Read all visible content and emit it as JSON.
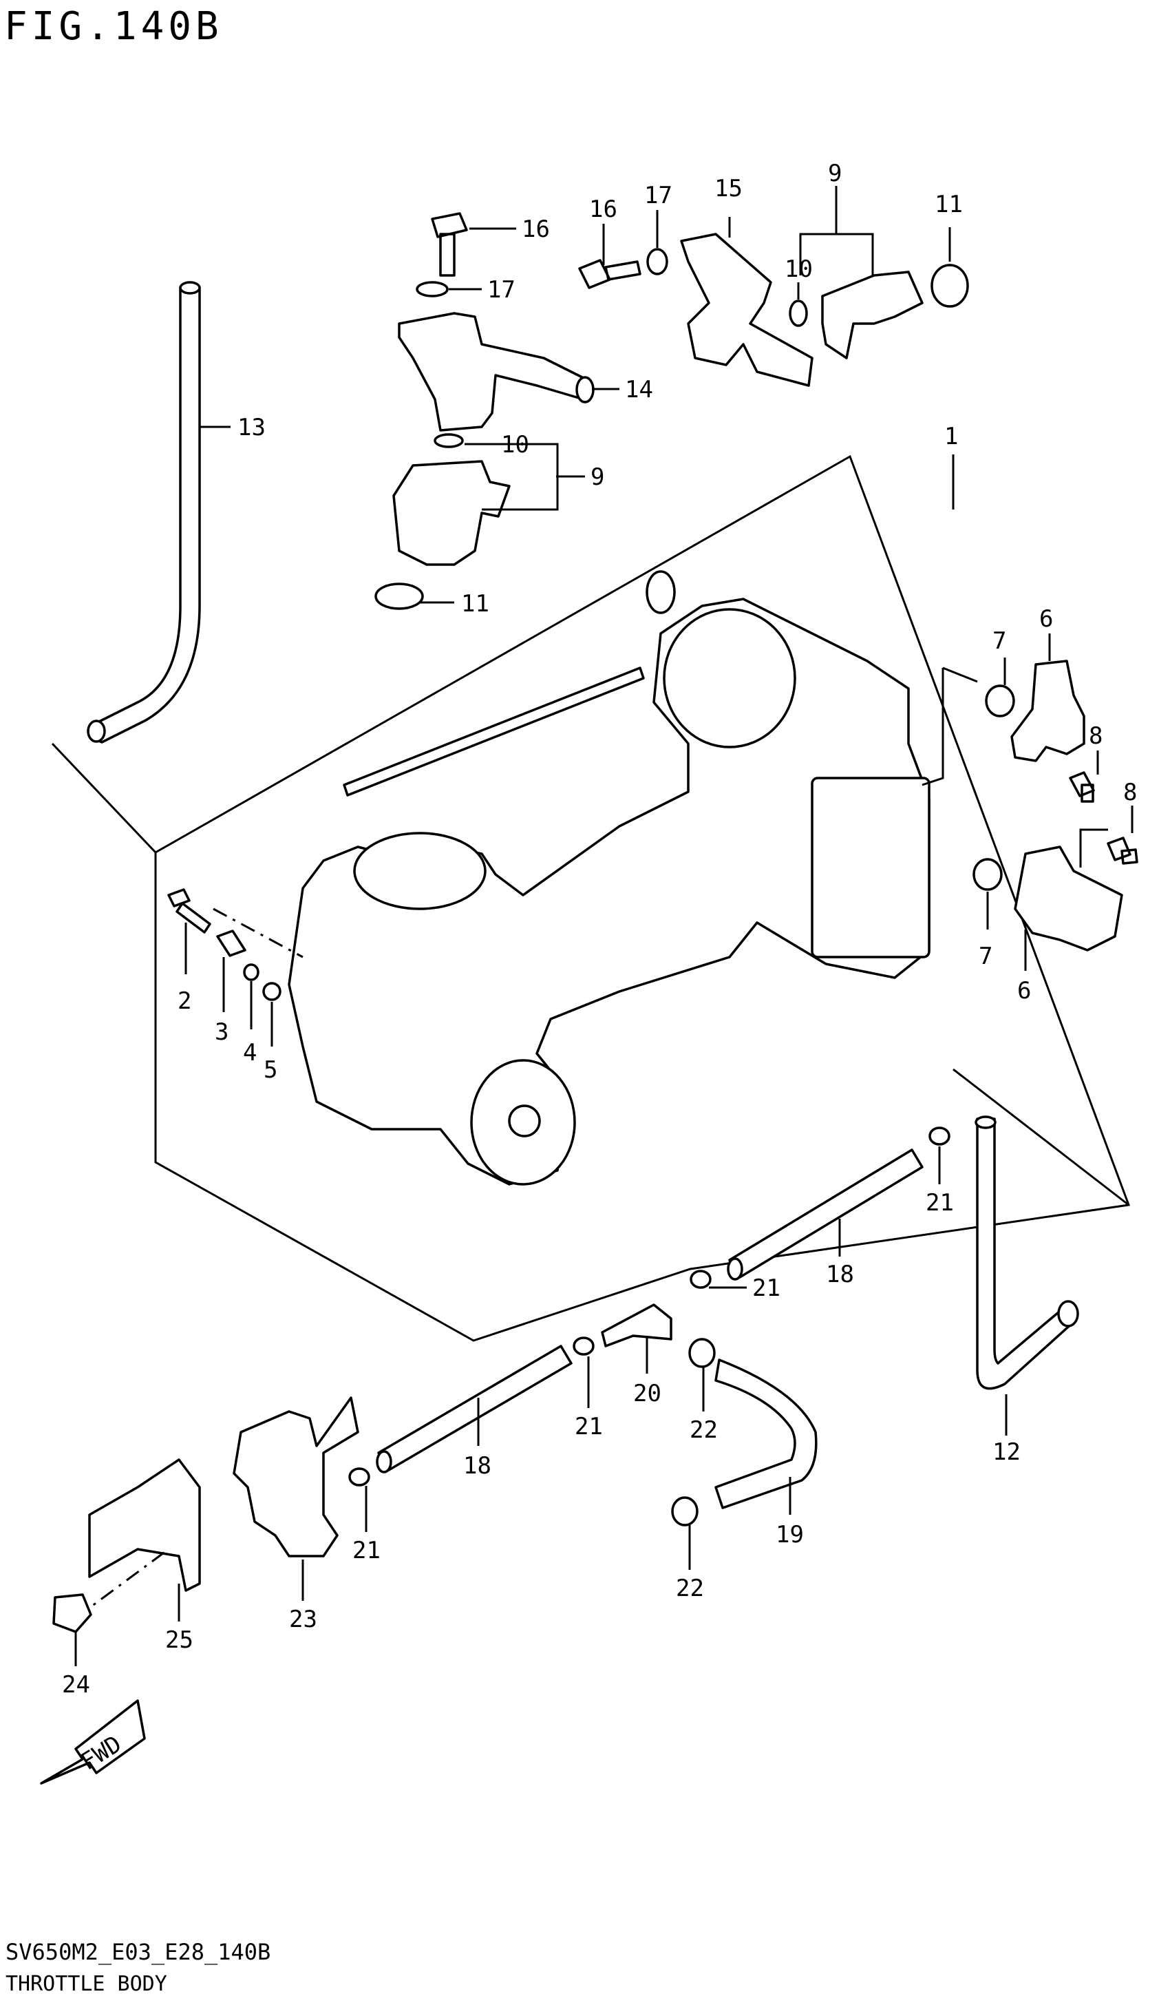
{
  "figure_title": "FIG.140B",
  "footer_code": "SV650M2_E03_E28_140B",
  "footer_name": "THROTTLE BODY",
  "fwd_label": "FWD",
  "callouts": [
    {
      "id": "c-1",
      "text": "1"
    },
    {
      "id": "c-2",
      "text": "2"
    },
    {
      "id": "c-3",
      "text": "3"
    },
    {
      "id": "c-4",
      "text": "4"
    },
    {
      "id": "c-5",
      "text": "5"
    },
    {
      "id": "c-6a",
      "text": "6"
    },
    {
      "id": "c-6b",
      "text": "6"
    },
    {
      "id": "c-7a",
      "text": "7"
    },
    {
      "id": "c-7b",
      "text": "7"
    },
    {
      "id": "c-8a",
      "text": "8"
    },
    {
      "id": "c-8b",
      "text": "8"
    },
    {
      "id": "c-9a",
      "text": "9"
    },
    {
      "id": "c-9b",
      "text": "9"
    },
    {
      "id": "c-10a",
      "text": "10"
    },
    {
      "id": "c-10b",
      "text": "10"
    },
    {
      "id": "c-11a",
      "text": "11"
    },
    {
      "id": "c-11b",
      "text": "11"
    },
    {
      "id": "c-12",
      "text": "12"
    },
    {
      "id": "c-13",
      "text": "13"
    },
    {
      "id": "c-14",
      "text": "14"
    },
    {
      "id": "c-15",
      "text": "15"
    },
    {
      "id": "c-16a",
      "text": "16"
    },
    {
      "id": "c-16b",
      "text": "16"
    },
    {
      "id": "c-17a",
      "text": "17"
    },
    {
      "id": "c-17b",
      "text": "17"
    },
    {
      "id": "c-18a",
      "text": "18"
    },
    {
      "id": "c-18b",
      "text": "18"
    },
    {
      "id": "c-19",
      "text": "19"
    },
    {
      "id": "c-20",
      "text": "20"
    },
    {
      "id": "c-21a",
      "text": "21"
    },
    {
      "id": "c-21b",
      "text": "21"
    },
    {
      "id": "c-21c",
      "text": "21"
    },
    {
      "id": "c-21d",
      "text": "21"
    },
    {
      "id": "c-22a",
      "text": "22"
    },
    {
      "id": "c-22b",
      "text": "22"
    },
    {
      "id": "c-23",
      "text": "23"
    },
    {
      "id": "c-24",
      "text": "24"
    },
    {
      "id": "c-25",
      "text": "25"
    }
  ]
}
